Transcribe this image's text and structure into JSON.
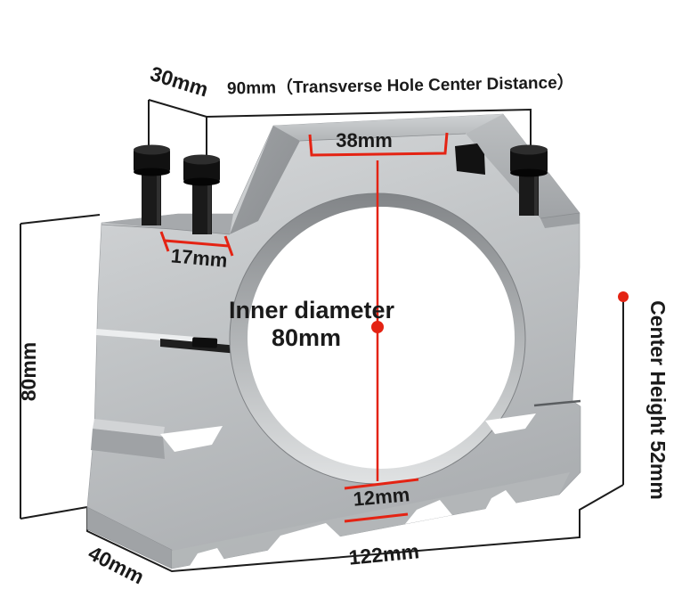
{
  "diagram": {
    "labels": {
      "depth_top": "30mm",
      "transverse": "90mm（Transverse Hole Center Distance）",
      "top_flat": "38mm",
      "shoulder_chamfer": "17mm",
      "overall_height": "80mm",
      "inner_dia_line1": "Inner diameter",
      "inner_dia_line2": "80mm",
      "center_height": "Center Height 52mm",
      "slot_width": "12mm",
      "base_depth": "40mm",
      "overall_length": "122mm"
    },
    "colors": {
      "annotation_black": "#1c1c1c",
      "annotation_red": "#e42313",
      "metal_light": "#cdd0d2",
      "metal_mid": "#a7aaad",
      "metal_dark": "#8e9194",
      "screw_black": "#151515",
      "background": "#ffffff"
    }
  }
}
